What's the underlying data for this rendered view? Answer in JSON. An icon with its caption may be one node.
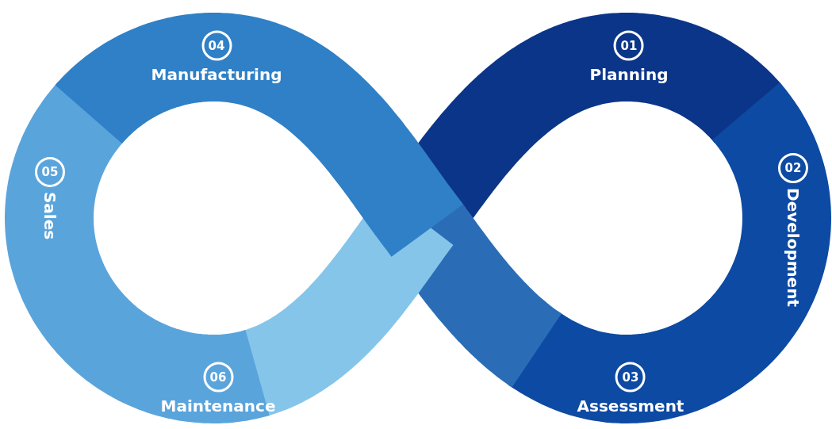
{
  "diagram": {
    "nodes": [
      {
        "text": [
          "01",
          "Planning"
        ]
      },
      {
        "text": [
          "02",
          "Development"
        ]
      },
      {
        "text": [
          "03",
          "Assessment"
        ]
      },
      {
        "text": [
          "04",
          "Manufacturing"
        ]
      },
      {
        "text": [
          "05",
          "Sales"
        ]
      },
      {
        "text": [
          "06",
          "Maintenance"
        ]
      }
    ]
  }
}
